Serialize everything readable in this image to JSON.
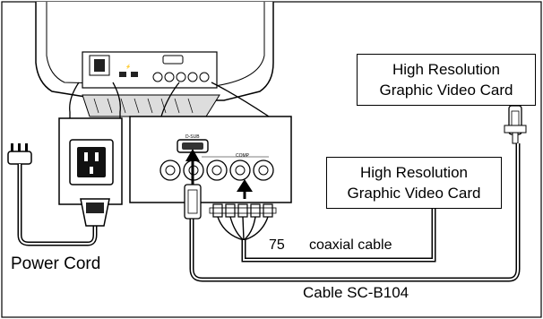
{
  "cards": {
    "top": {
      "line1": "High Resolution",
      "line2": "Graphic Video Card"
    },
    "middle": {
      "line1": "High Resolution",
      "line2": "Graphic Video Card"
    }
  },
  "labels": {
    "power_cord": "Power Cord",
    "cable": "Cable SC-B104",
    "ohms": "75",
    "coaxial": "coaxial cable",
    "dsub": "D-SUB",
    "comp": "COMP"
  }
}
